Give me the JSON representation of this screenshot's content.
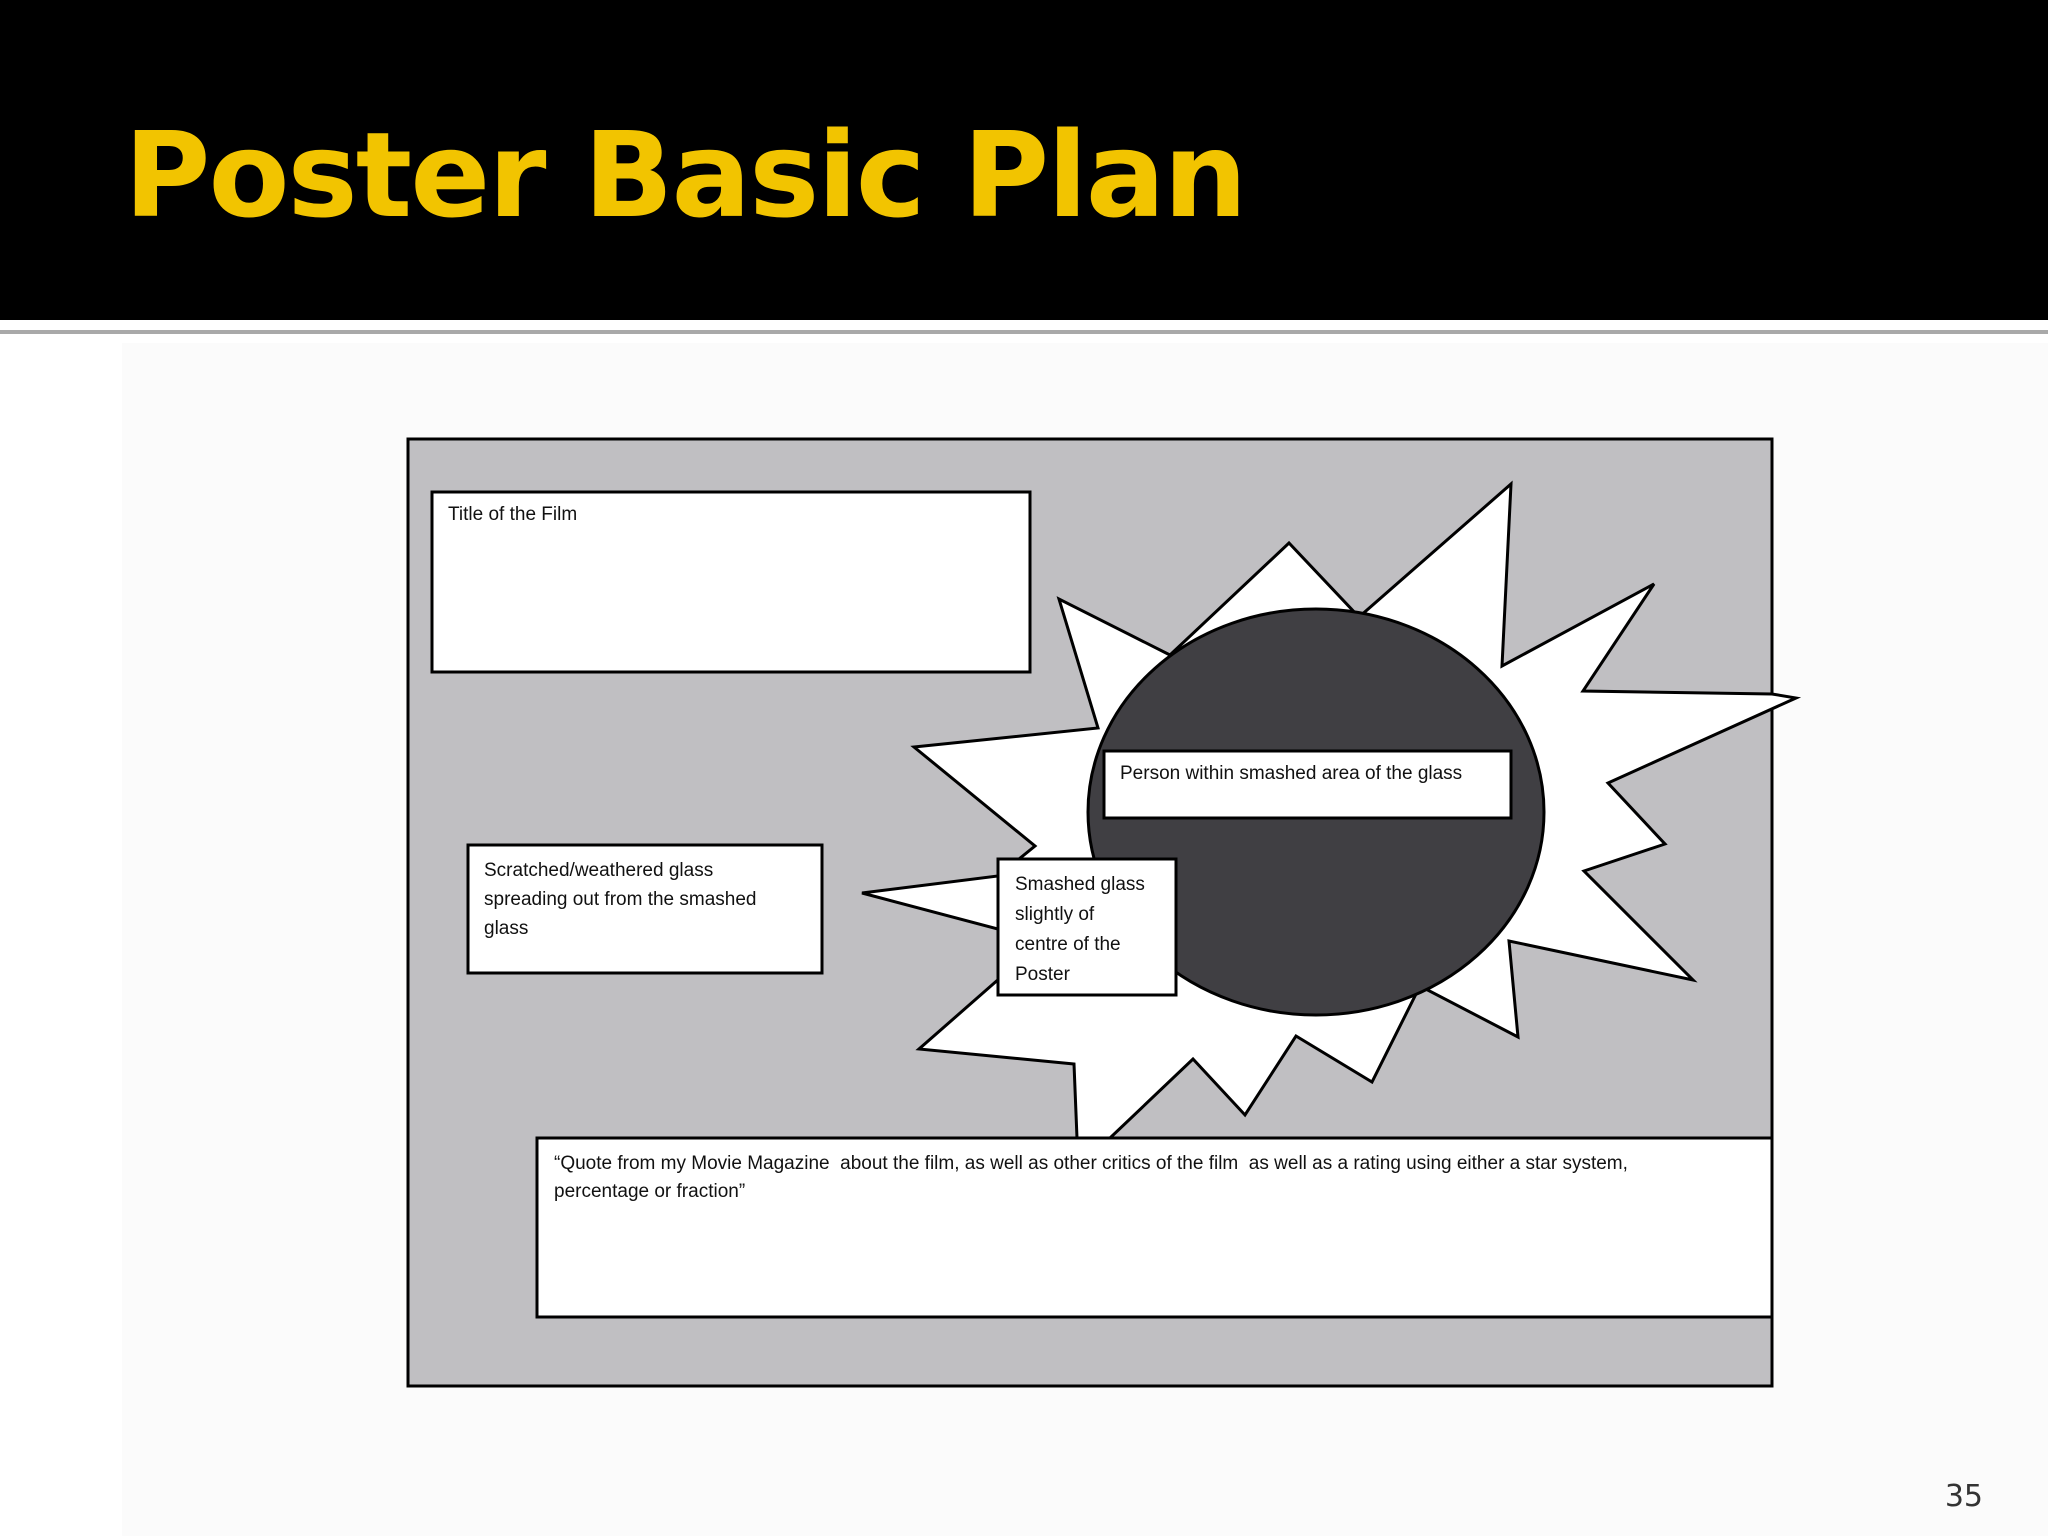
{
  "slide": {
    "title": "Poster Basic Plan",
    "number": "35"
  },
  "colors": {
    "title_bar": "#000000",
    "title_text": "#f2c400",
    "poster_background": "#c0bfc2",
    "glass_burst": "#ffffff",
    "smashed_circle": "#403f43",
    "outline": "#000000"
  },
  "poster_plan": {
    "title_box": {
      "label": "Title of the Film"
    },
    "person_box": {
      "label": "Person within smashed area of the glass"
    },
    "scratched_box": {
      "lines": [
        "Scratched/weathered glass",
        "spreading out from the smashed",
        "glass"
      ]
    },
    "smashed_box": {
      "lines": [
        "Smashed glass",
        "slightly of",
        "centre of the",
        "Poster"
      ]
    },
    "quote_box": {
      "lines": [
        "“Quote from my Movie Magazine  about the film, as well as other critics of the film  as well as a rating using either a star system,",
        "percentage or fraction”"
      ]
    }
  }
}
